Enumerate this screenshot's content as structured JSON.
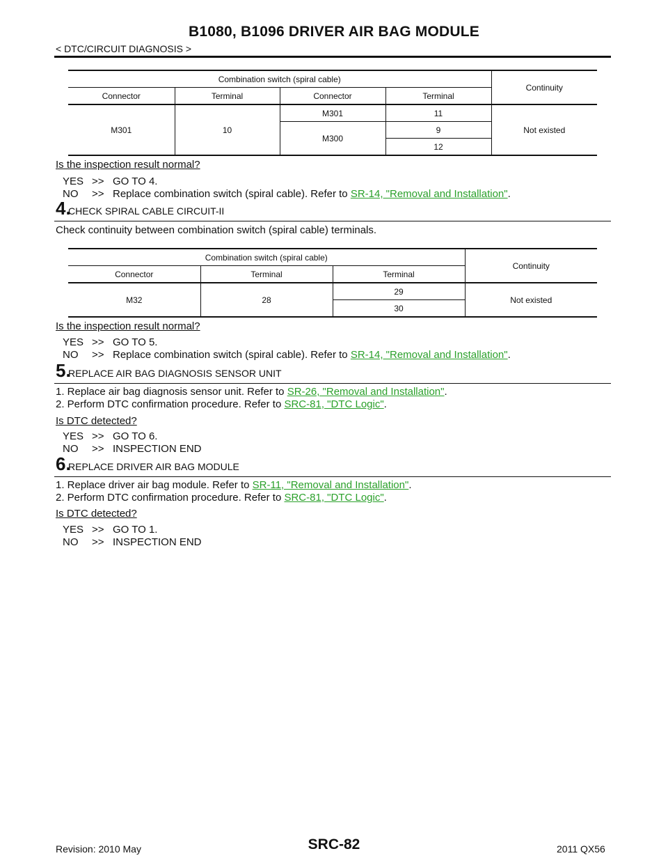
{
  "header": {
    "title": "B1080, B1096 DRIVER AIR BAG MODULE",
    "breadcrumb": "< DTC/CIRCUIT DIAGNOSIS >"
  },
  "table1": {
    "group_header": "Combination switch (spiral cable)",
    "continuity_header": "Continuity",
    "columns": [
      "Connector",
      "Terminal",
      "Connector",
      "Terminal"
    ],
    "from_connector": "M301",
    "from_terminal": "10",
    "rows": [
      {
        "connector": "M301",
        "terminal": "11"
      },
      {
        "connector": "M300",
        "terminal": "9"
      },
      {
        "connector": "",
        "terminal": "12"
      }
    ],
    "result": "Not existed"
  },
  "question_text": "Is the inspection result normal?",
  "detected_text": "Is DTC detected?",
  "yes": "YES",
  "no": "NO",
  "arrow": ">>",
  "step3_answers": {
    "yes_action": "GO TO 4.",
    "no_action": "Replace combination switch (spiral cable). Refer to ",
    "no_link": "SR-14, \"Removal and Installation\"",
    "no_tail": "."
  },
  "step4": {
    "number": "4.",
    "title": "CHECK SPIRAL CABLE CIRCUIT-II",
    "instruction": "Check continuity between combination switch (spiral cable) terminals."
  },
  "table2": {
    "group_header": "Combination switch (spiral cable)",
    "continuity_header": "Continuity",
    "columns": [
      "Connector",
      "Terminal",
      "Terminal"
    ],
    "connector": "M32",
    "terminal": "28",
    "to_terminals": [
      "29",
      "30"
    ],
    "result": "Not existed"
  },
  "step4_answers": {
    "yes_action": "GO TO 5.",
    "no_action": "Replace combination switch (spiral cable). Refer to ",
    "no_link": "SR-14, \"Removal and Installation\"",
    "no_tail": "."
  },
  "step5": {
    "number": "5.",
    "title": "REPLACE AIR BAG DIAGNOSIS SENSOR UNIT",
    "item1_text": "1.  Replace air bag diagnosis sensor unit. Refer to ",
    "item1_link": "SR-26, \"Removal and Installation\"",
    "item2_text": "2.  Perform DTC confirmation procedure. Refer to ",
    "item2_link": "SRC-81, \"DTC Logic\"",
    "yes_action": "GO TO 6.",
    "no_action": "INSPECTION END"
  },
  "step6": {
    "number": "6.",
    "title": "REPLACE DRIVER AIR BAG MODULE",
    "item1_text": "1.  Replace driver air bag module. Refer to ",
    "item1_link": "SR-11, \"Removal and Installation\"",
    "item2_text": "2.  Perform DTC confirmation procedure. Refer to ",
    "item2_link": "SRC-81, \"DTC Logic\"",
    "yes_action": "GO TO 1.",
    "no_action": "INSPECTION END"
  },
  "period": ".",
  "footer": {
    "revision": "Revision: 2010 May",
    "page": "SRC-82",
    "model": "2011 QX56"
  },
  "colors": {
    "link": "#2aa02a",
    "text": "#111111"
  }
}
